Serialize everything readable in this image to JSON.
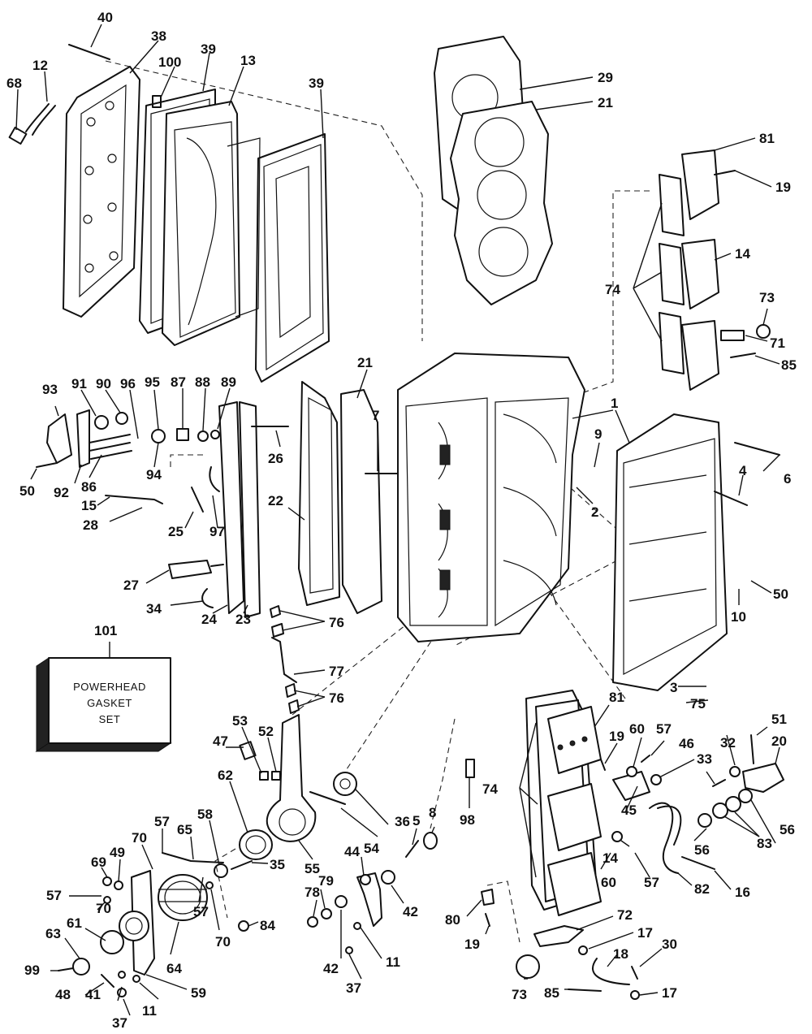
{
  "gasket_set_box": {
    "line1": "POWERHEAD",
    "line2": "GASKET",
    "line3": "SET",
    "part_number": "101"
  },
  "callouts": [
    "40",
    "38",
    "39",
    "100",
    "13",
    "39",
    "12",
    "68",
    "29",
    "21",
    "81",
    "19",
    "14",
    "74",
    "73",
    "71",
    "85",
    "93",
    "91",
    "90",
    "96",
    "95",
    "87",
    "88",
    "89",
    "21",
    "7",
    "1",
    "9",
    "6",
    "4",
    "2",
    "50",
    "10",
    "94",
    "86",
    "92",
    "50",
    "15",
    "28",
    "25",
    "97",
    "26",
    "22",
    "27",
    "34",
    "24",
    "23",
    "76",
    "77",
    "76",
    "3",
    "75",
    "53",
    "52",
    "47",
    "62",
    "58",
    "65",
    "57",
    "70",
    "69",
    "49",
    "57",
    "70",
    "61",
    "63",
    "99",
    "64",
    "48",
    "41",
    "37",
    "11",
    "59",
    "57",
    "70",
    "84",
    "35",
    "55",
    "54",
    "36",
    "5",
    "8",
    "98",
    "81",
    "19",
    "60",
    "57",
    "46",
    "51",
    "32",
    "33",
    "20",
    "74",
    "45",
    "56",
    "83",
    "56",
    "14",
    "60",
    "57",
    "82",
    "16",
    "44",
    "42",
    "78",
    "79",
    "42",
    "11",
    "37",
    "80",
    "19",
    "72",
    "17",
    "18",
    "30",
    "73",
    "85",
    "17"
  ]
}
